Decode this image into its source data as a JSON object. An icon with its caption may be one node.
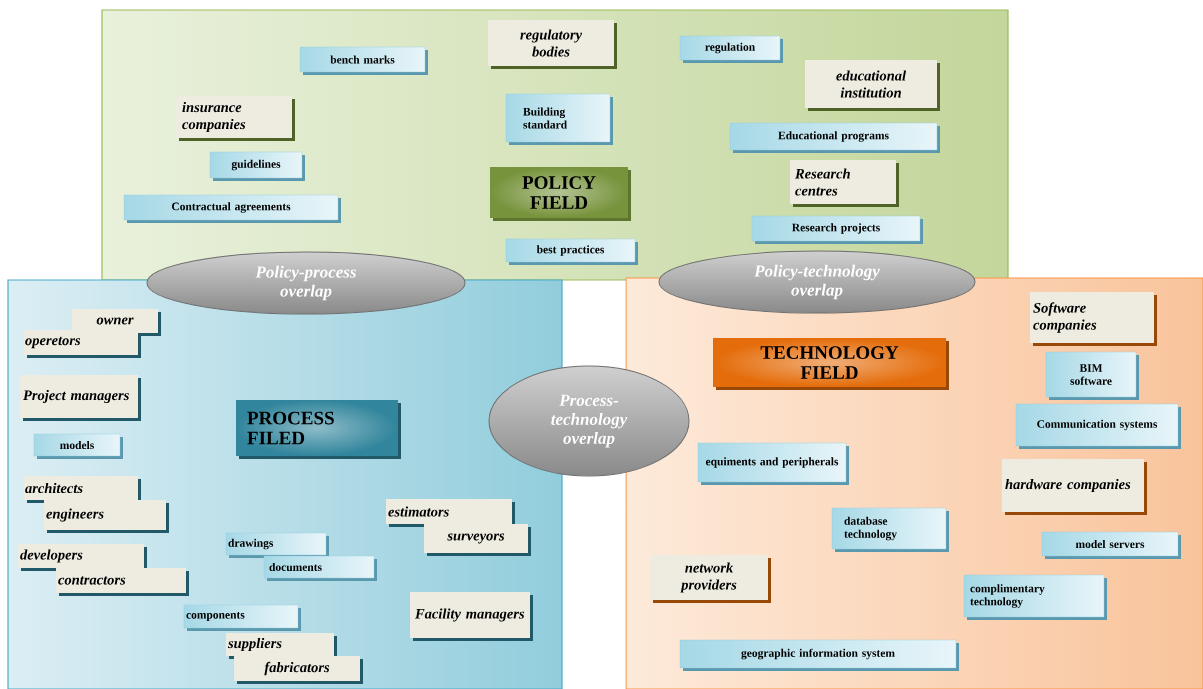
{
  "diagram": {
    "nodes": [
      {
        "text": [],
        "shape": "box"
      },
      {
        "text": [
          "POLICY FIELD"
        ],
        "in": 0
      },
      {
        "text": [
          "regulatory bodies"
        ],
        "in": 0
      },
      {
        "text": [
          "bench marks"
        ],
        "in": 0
      },
      {
        "text": [
          "regulation"
        ],
        "in": 0
      },
      {
        "text": [
          "educational institution"
        ],
        "in": 0
      },
      {
        "text": [
          "insurance companies"
        ],
        "in": 0
      },
      {
        "text": [
          "Building standard"
        ],
        "in": 0
      },
      {
        "text": [
          "Educational programs"
        ],
        "in": 0
      },
      {
        "text": [
          "guidelines"
        ],
        "in": 0
      },
      {
        "text": [
          "Research centres"
        ],
        "in": 0
      },
      {
        "text": [
          "Contractual agreements"
        ],
        "in": 0
      },
      {
        "text": [
          "Research projects"
        ],
        "in": 0
      },
      {
        "text": [
          "best practices"
        ],
        "in": 0
      },
      {
        "text": [],
        "shape": "box"
      },
      {
        "text": [
          "PROCESS FILED"
        ],
        "in": 14
      },
      {
        "text": [
          "owner"
        ],
        "in": 14
      },
      {
        "text": [
          "operetors"
        ],
        "in": 14
      },
      {
        "text": [
          "Project managers"
        ],
        "in": 14
      },
      {
        "text": [
          "models"
        ],
        "in": 14
      },
      {
        "text": [
          "architects"
        ],
        "in": 14
      },
      {
        "text": [
          "engineers"
        ],
        "in": 14
      },
      {
        "text": [
          "developers"
        ],
        "in": 14
      },
      {
        "text": [
          "contractors"
        ],
        "in": 14
      },
      {
        "text": [
          "estimators"
        ],
        "in": 14
      },
      {
        "text": [
          "surveyors"
        ],
        "in": 14
      },
      {
        "text": [
          "drawings"
        ],
        "in": 14
      },
      {
        "text": [
          "documents"
        ],
        "in": 14
      },
      {
        "text": [
          "Facility managers"
        ],
        "in": 14
      },
      {
        "text": [
          "components"
        ],
        "in": 14
      },
      {
        "text": [
          "suppliers"
        ],
        "in": 14
      },
      {
        "text": [
          "fabricators"
        ],
        "in": 14
      },
      {
        "text": [],
        "shape": "box"
      },
      {
        "text": [
          "TECHNOLOGY FIELD"
        ],
        "in": 32
      },
      {
        "text": [
          "Software companies"
        ],
        "in": 32
      },
      {
        "text": [
          "BIM software"
        ],
        "in": 32
      },
      {
        "text": [
          "Communication systems"
        ],
        "in": 32
      },
      {
        "text": [
          "equiments and peripherals"
        ],
        "in": 32
      },
      {
        "text": [
          "hardware companies"
        ],
        "in": 32
      },
      {
        "text": [
          "database technology"
        ],
        "in": 32
      },
      {
        "text": [
          "model servers"
        ],
        "in": 32
      },
      {
        "text": [
          "network providers"
        ],
        "in": 32
      },
      {
        "text": [
          "complimentary technology"
        ],
        "in": 32
      },
      {
        "text": [
          "geographic information system"
        ],
        "in": 32
      },
      {
        "text": [
          "Policy-process overlap"
        ]
      },
      {
        "text": [
          "Policy-technology overlap"
        ]
      },
      {
        "text": [
          "Process-technology overlap"
        ]
      }
    ]
  }
}
